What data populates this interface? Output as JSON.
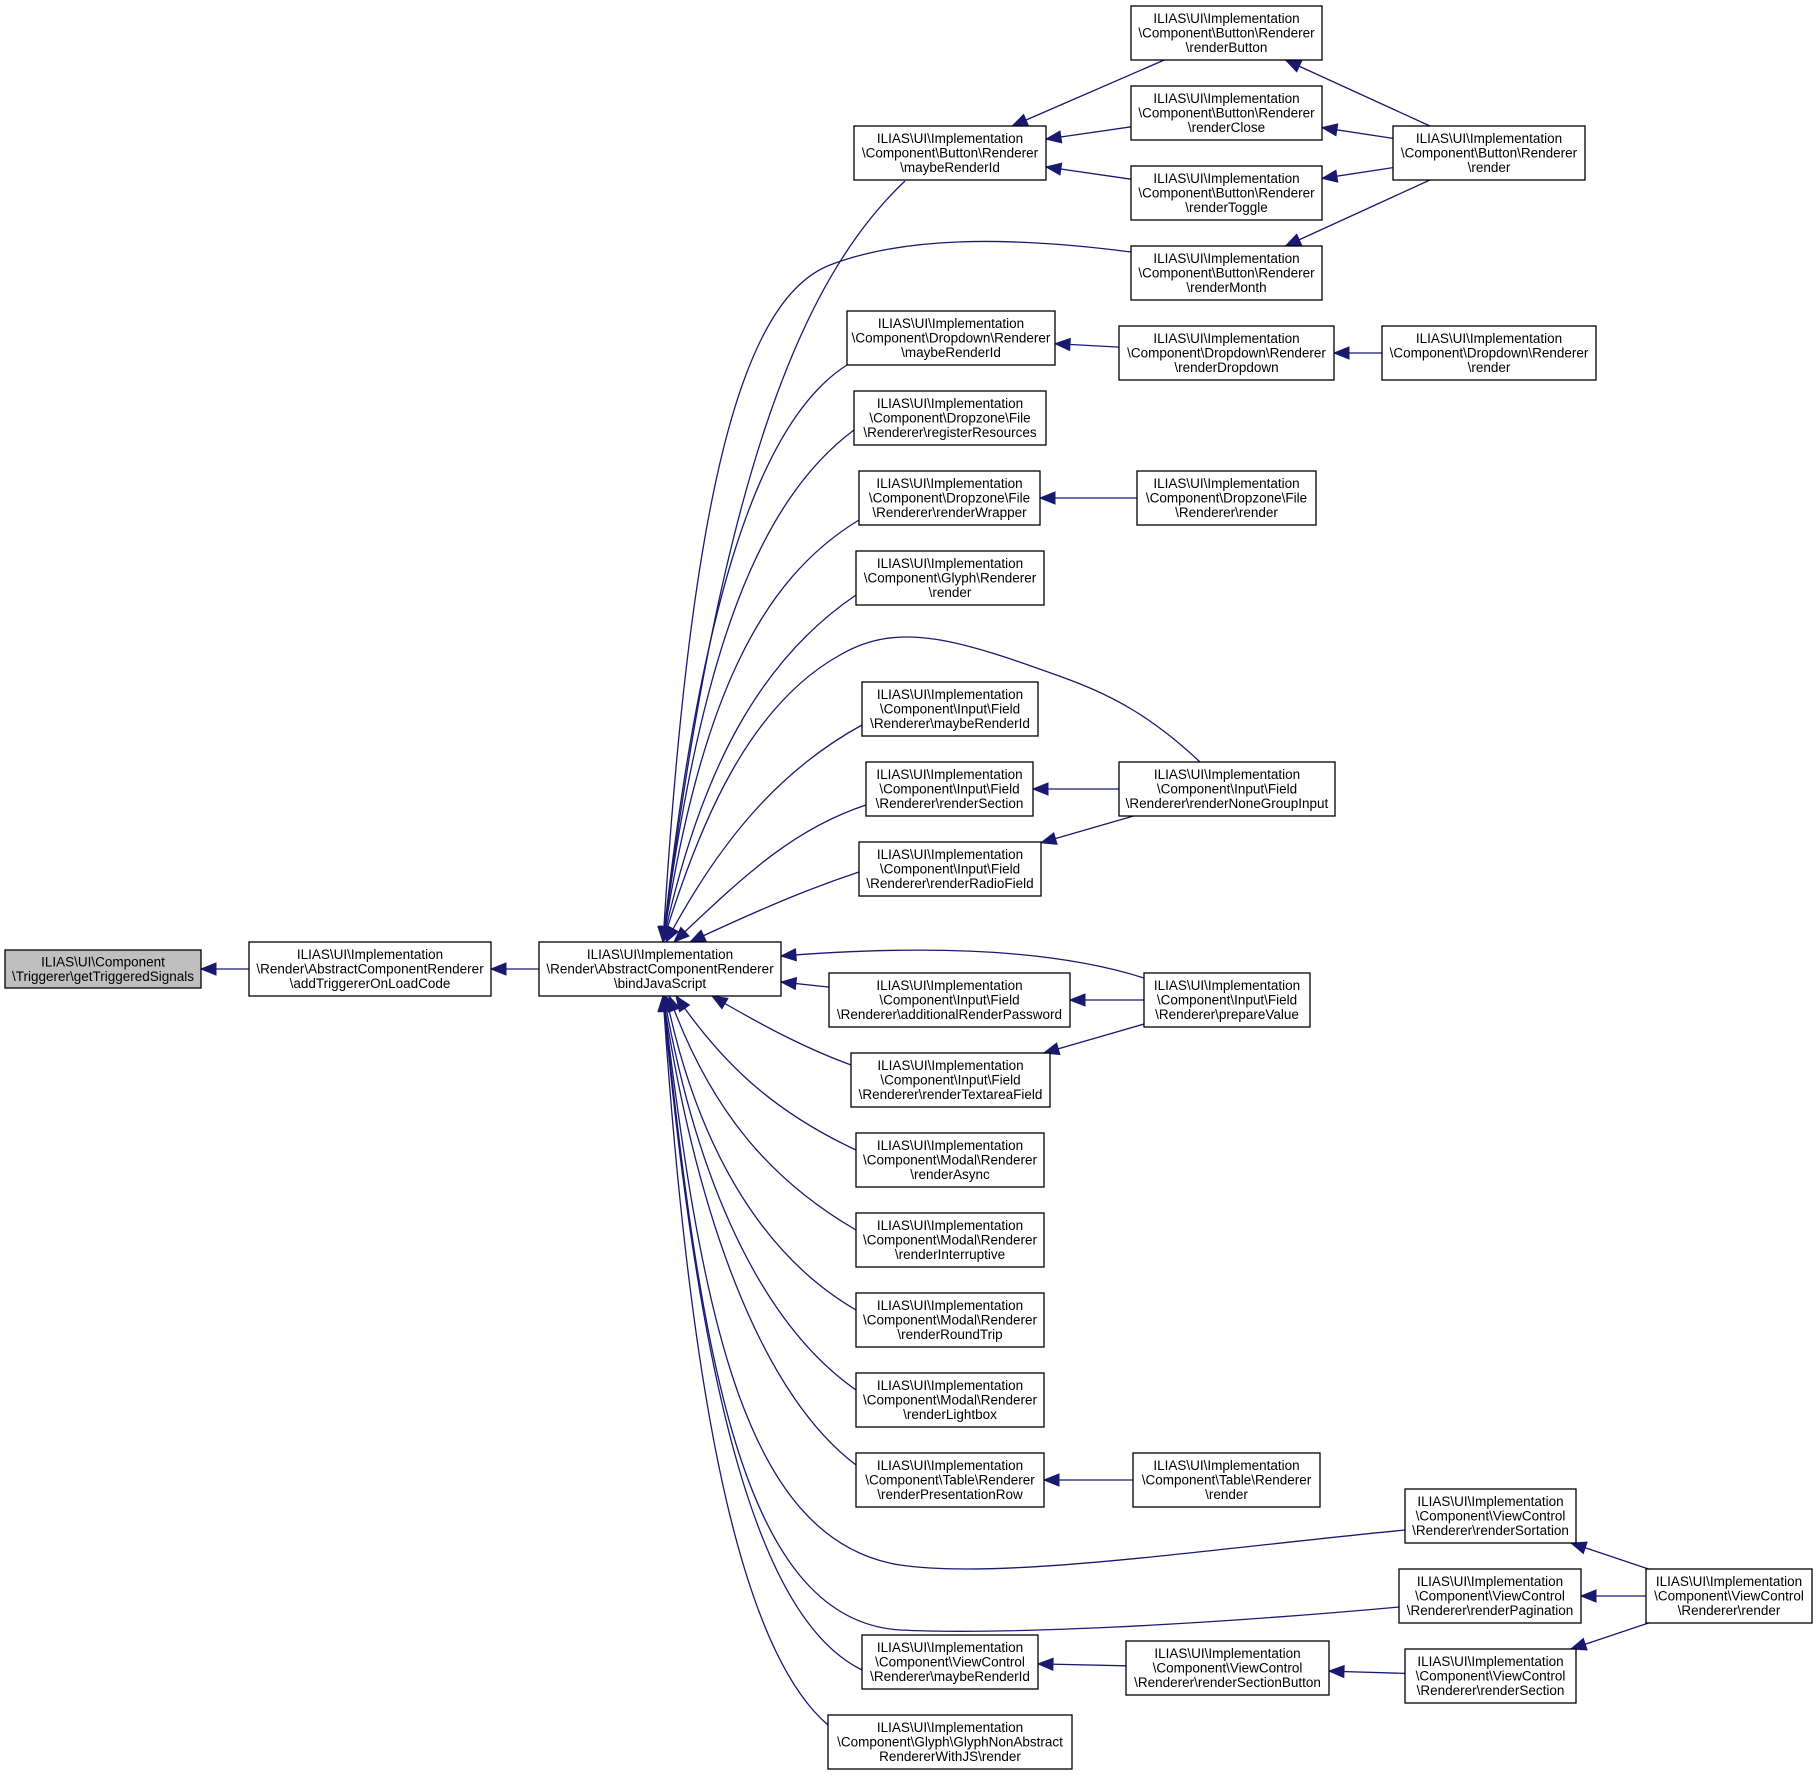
{
  "graph": {
    "type": "call-graph",
    "direction": "right-to-left",
    "colors": {
      "edge": "#191970",
      "node_border": "#000000",
      "node_fill": "#ffffff",
      "focus_fill": "#bfbfbf"
    },
    "nodes": [
      {
        "id": "n0",
        "focus": true,
        "lines": [
          "ILIAS\\UI\\Component",
          "\\Triggerer\\getTriggeredSignals"
        ]
      },
      {
        "id": "n1",
        "lines": [
          "ILIAS\\UI\\Implementation",
          "\\Render\\AbstractComponentRenderer",
          "\\addTriggererOnLoadCode"
        ]
      },
      {
        "id": "n2",
        "lines": [
          "ILIAS\\UI\\Implementation",
          "\\Render\\AbstractComponentRenderer",
          "\\bindJavaScript"
        ]
      },
      {
        "id": "n3",
        "lines": [
          "ILIAS\\UI\\Implementation",
          "\\Component\\Button\\Renderer",
          "\\maybeRenderId"
        ]
      },
      {
        "id": "n4",
        "lines": [
          "ILIAS\\UI\\Implementation",
          "\\Component\\Button\\Renderer",
          "\\renderButton"
        ]
      },
      {
        "id": "n5",
        "lines": [
          "ILIAS\\UI\\Implementation",
          "\\Component\\Button\\Renderer",
          "\\renderClose"
        ]
      },
      {
        "id": "n6",
        "lines": [
          "ILIAS\\UI\\Implementation",
          "\\Component\\Button\\Renderer",
          "\\renderToggle"
        ]
      },
      {
        "id": "n7",
        "lines": [
          "ILIAS\\UI\\Implementation",
          "\\Component\\Button\\Renderer",
          "\\render"
        ]
      },
      {
        "id": "n8",
        "lines": [
          "ILIAS\\UI\\Implementation",
          "\\Component\\Button\\Renderer",
          "\\renderMonth"
        ]
      },
      {
        "id": "n9",
        "lines": [
          "ILIAS\\UI\\Implementation",
          "\\Component\\Dropdown\\Renderer",
          "\\maybeRenderId"
        ]
      },
      {
        "id": "n10",
        "lines": [
          "ILIAS\\UI\\Implementation",
          "\\Component\\Dropdown\\Renderer",
          "\\renderDropdown"
        ]
      },
      {
        "id": "n11",
        "lines": [
          "ILIAS\\UI\\Implementation",
          "\\Component\\Dropdown\\Renderer",
          "\\render"
        ]
      },
      {
        "id": "n12",
        "lines": [
          "ILIAS\\UI\\Implementation",
          "\\Component\\Dropzone\\File",
          "\\Renderer\\registerResources"
        ]
      },
      {
        "id": "n13",
        "lines": [
          "ILIAS\\UI\\Implementation",
          "\\Component\\Dropzone\\File",
          "\\Renderer\\renderWrapper"
        ]
      },
      {
        "id": "n14",
        "lines": [
          "ILIAS\\UI\\Implementation",
          "\\Component\\Dropzone\\File",
          "\\Renderer\\render"
        ]
      },
      {
        "id": "n15",
        "lines": [
          "ILIAS\\UI\\Implementation",
          "\\Component\\Glyph\\Renderer",
          "\\render"
        ]
      },
      {
        "id": "n16",
        "lines": [
          "ILIAS\\UI\\Implementation",
          "\\Component\\Input\\Field",
          "\\Renderer\\maybeRenderId"
        ]
      },
      {
        "id": "n17",
        "lines": [
          "ILIAS\\UI\\Implementation",
          "\\Component\\Input\\Field",
          "\\Renderer\\renderSection"
        ]
      },
      {
        "id": "n18",
        "lines": [
          "ILIAS\\UI\\Implementation",
          "\\Component\\Input\\Field",
          "\\Renderer\\renderNoneGroupInput"
        ]
      },
      {
        "id": "n19",
        "lines": [
          "ILIAS\\UI\\Implementation",
          "\\Component\\Input\\Field",
          "\\Renderer\\renderRadioField"
        ]
      },
      {
        "id": "n20",
        "lines": [
          "ILIAS\\UI\\Implementation",
          "\\Component\\Input\\Field",
          "\\Renderer\\additionalRenderPassword"
        ]
      },
      {
        "id": "n21",
        "lines": [
          "ILIAS\\UI\\Implementation",
          "\\Component\\Input\\Field",
          "\\Renderer\\prepareValue"
        ]
      },
      {
        "id": "n22",
        "lines": [
          "ILIAS\\UI\\Implementation",
          "\\Component\\Input\\Field",
          "\\Renderer\\renderTextareaField"
        ]
      },
      {
        "id": "n23",
        "lines": [
          "ILIAS\\UI\\Implementation",
          "\\Component\\Modal\\Renderer",
          "\\renderAsync"
        ]
      },
      {
        "id": "n24",
        "lines": [
          "ILIAS\\UI\\Implementation",
          "\\Component\\Modal\\Renderer",
          "\\renderInterruptive"
        ]
      },
      {
        "id": "n25",
        "lines": [
          "ILIAS\\UI\\Implementation",
          "\\Component\\Modal\\Renderer",
          "\\renderRoundTrip"
        ]
      },
      {
        "id": "n26",
        "lines": [
          "ILIAS\\UI\\Implementation",
          "\\Component\\Modal\\Renderer",
          "\\renderLightbox"
        ]
      },
      {
        "id": "n27",
        "lines": [
          "ILIAS\\UI\\Implementation",
          "\\Component\\Table\\Renderer",
          "\\renderPresentationRow"
        ]
      },
      {
        "id": "n28",
        "lines": [
          "ILIAS\\UI\\Implementation",
          "\\Component\\Table\\Renderer",
          "\\render"
        ]
      },
      {
        "id": "n29",
        "lines": [
          "ILIAS\\UI\\Implementation",
          "\\Component\\ViewControl",
          "\\Renderer\\renderSortation"
        ]
      },
      {
        "id": "n30",
        "lines": [
          "ILIAS\\UI\\Implementation",
          "\\Component\\ViewControl",
          "\\Renderer\\renderPagination"
        ]
      },
      {
        "id": "n31",
        "lines": [
          "ILIAS\\UI\\Implementation",
          "\\Component\\ViewControl",
          "\\Renderer\\render"
        ]
      },
      {
        "id": "n32",
        "lines": [
          "ILIAS\\UI\\Implementation",
          "\\Component\\ViewControl",
          "\\Renderer\\maybeRenderId"
        ]
      },
      {
        "id": "n33",
        "lines": [
          "ILIAS\\UI\\Implementation",
          "\\Component\\ViewControl",
          "\\Renderer\\renderSectionButton"
        ]
      },
      {
        "id": "n34",
        "lines": [
          "ILIAS\\UI\\Implementation",
          "\\Component\\ViewControl",
          "\\Renderer\\renderSection"
        ]
      },
      {
        "id": "n35",
        "lines": [
          "ILIAS\\UI\\Implementation",
          "\\Component\\Glyph\\GlyphNonAbstract",
          "RendererWithJS\\render"
        ]
      }
    ],
    "edges": [
      {
        "from": "n1",
        "to": "n0"
      },
      {
        "from": "n2",
        "to": "n1"
      },
      {
        "from": "n3",
        "to": "n2"
      },
      {
        "from": "n8",
        "to": "n2"
      },
      {
        "from": "n9",
        "to": "n2"
      },
      {
        "from": "n12",
        "to": "n2"
      },
      {
        "from": "n13",
        "to": "n2"
      },
      {
        "from": "n15",
        "to": "n2"
      },
      {
        "from": "n18",
        "to": "n2"
      },
      {
        "from": "n16",
        "to": "n2"
      },
      {
        "from": "n17",
        "to": "n2"
      },
      {
        "from": "n19",
        "to": "n2"
      },
      {
        "from": "n21",
        "to": "n2"
      },
      {
        "from": "n20",
        "to": "n2"
      },
      {
        "from": "n22",
        "to": "n2"
      },
      {
        "from": "n23",
        "to": "n2"
      },
      {
        "from": "n24",
        "to": "n2"
      },
      {
        "from": "n25",
        "to": "n2"
      },
      {
        "from": "n26",
        "to": "n2"
      },
      {
        "from": "n27",
        "to": "n2"
      },
      {
        "from": "n29",
        "to": "n2"
      },
      {
        "from": "n30",
        "to": "n2"
      },
      {
        "from": "n32",
        "to": "n2"
      },
      {
        "from": "n35",
        "to": "n2"
      },
      {
        "from": "n4",
        "to": "n3"
      },
      {
        "from": "n5",
        "to": "n3"
      },
      {
        "from": "n6",
        "to": "n3"
      },
      {
        "from": "n7",
        "to": "n4"
      },
      {
        "from": "n7",
        "to": "n5"
      },
      {
        "from": "n7",
        "to": "n6"
      },
      {
        "from": "n7",
        "to": "n8"
      },
      {
        "from": "n10",
        "to": "n9"
      },
      {
        "from": "n11",
        "to": "n10"
      },
      {
        "from": "n14",
        "to": "n13"
      },
      {
        "from": "n18",
        "to": "n17"
      },
      {
        "from": "n18",
        "to": "n19"
      },
      {
        "from": "n21",
        "to": "n20"
      },
      {
        "from": "n21",
        "to": "n22"
      },
      {
        "from": "n28",
        "to": "n27"
      },
      {
        "from": "n31",
        "to": "n29"
      },
      {
        "from": "n31",
        "to": "n30"
      },
      {
        "from": "n31",
        "to": "n34"
      },
      {
        "from": "n33",
        "to": "n32"
      },
      {
        "from": "n34",
        "to": "n33"
      }
    ]
  }
}
